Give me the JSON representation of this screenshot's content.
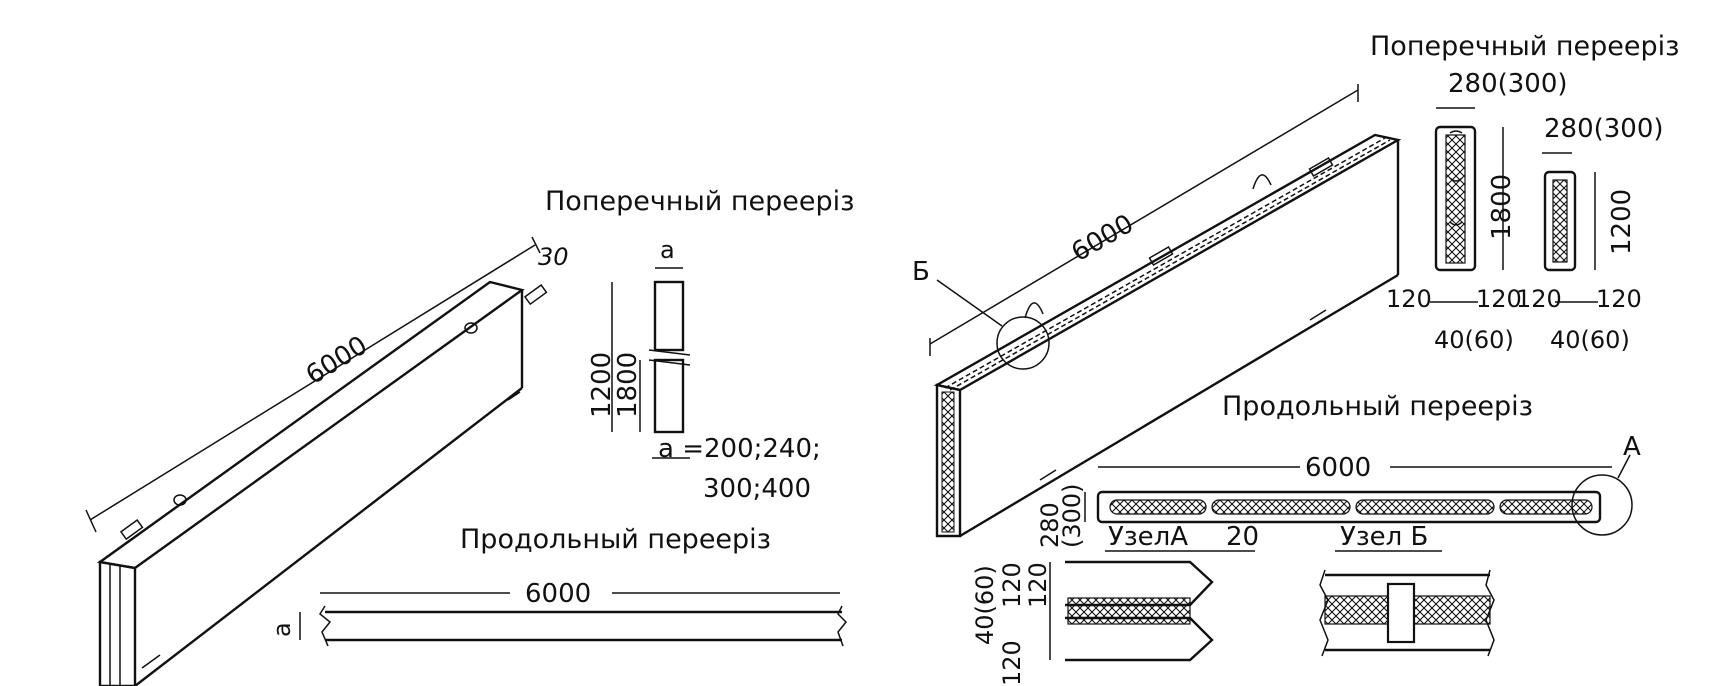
{
  "left_panel": {
    "cross_section_title": "Поперечный переерiз",
    "longitudinal_section_title": "Продольный переерiз",
    "length_dim": "6000",
    "edge_dim": "30",
    "section_width_label": "а",
    "height_dim_1": "1200",
    "height_dim_2": "1800",
    "thickness_values_line1": "а =200;240;",
    "thickness_values_line2": "300;400",
    "long_section_length_dim": "6000",
    "long_section_thickness_label": "а"
  },
  "right_panel": {
    "cross_section_title": "Поперечный переерiз",
    "section1_width_dim": "280(300)",
    "section1_height_dim": "1800",
    "section2_width_dim": "280(300)",
    "section2_height_dim": "1200",
    "section1_left_dim": "120",
    "section1_right_dim": "120",
    "section2_left_dim": "120",
    "section2_right_dim": "120",
    "section1_core_dim": "40(60)",
    "section2_core_dim": "40(60)",
    "length_dim": "6000",
    "node_b_marker": "Б",
    "longitudinal_section_title": "Продольный переерiз",
    "long_section_length_dim": "6000",
    "node_a_marker": "А",
    "long_section_thickness_dim": "280",
    "long_section_thickness_alt_dim": "(300)",
    "node_a_label": "УзелА",
    "node_a_dim": "20",
    "node_b_label": "Узел Б",
    "layer_dim_top": "120",
    "layer_dim_core": "40(60)",
    "layer_dim_bottom": "120",
    "layer_dim_mid": "120"
  }
}
